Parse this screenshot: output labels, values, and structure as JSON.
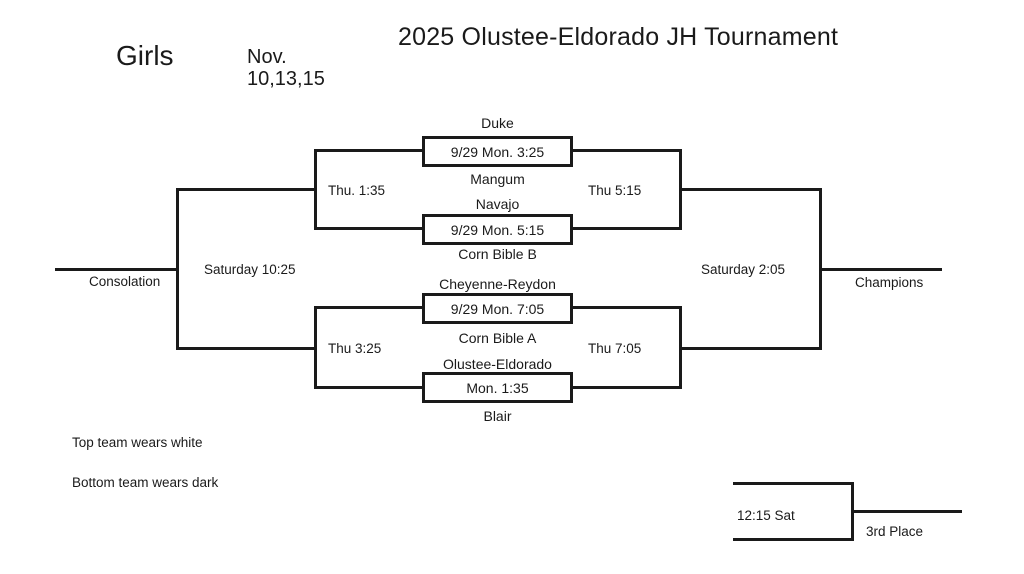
{
  "header": {
    "division": "Girls",
    "dates": {
      "line1": "Nov.",
      "line2": "10,13,15"
    },
    "title": "2025 Olustee-Eldorado JH Tournament"
  },
  "bracket": {
    "round1": [
      {
        "top_team": "Duke",
        "time": "9/29 Mon. 3:25",
        "bottom_team": "Mangum"
      },
      {
        "top_team": "Navajo",
        "time": "9/29 Mon. 5:15",
        "bottom_team": "Corn Bible B"
      },
      {
        "top_team": "Cheyenne-Reydon",
        "time": "9/29 Mon. 7:05",
        "bottom_team": "Corn Bible A"
      },
      {
        "top_team": "Olustee-Eldorado",
        "time": "Mon. 1:35",
        "bottom_team": "Blair"
      }
    ],
    "consolation_semifinals": [
      {
        "time": "Thu. 1:35"
      },
      {
        "time": "Thu 3:25"
      }
    ],
    "championship_semifinals": [
      {
        "time": "Thu 5:15"
      },
      {
        "time": "Thu 7:05"
      }
    ],
    "consolation_final": {
      "time": "Saturday 10:25",
      "placement": "Consolation"
    },
    "championship_final": {
      "time": "Saturday 2:05",
      "placement": "Champions"
    },
    "third_place_game": {
      "time": "12:15 Sat",
      "placement": "3rd Place"
    }
  },
  "notes": [
    "Top team wears white",
    "Bottom team wears dark"
  ],
  "colors": {
    "ink": "#1a1a1a",
    "background": "#ffffff"
  }
}
